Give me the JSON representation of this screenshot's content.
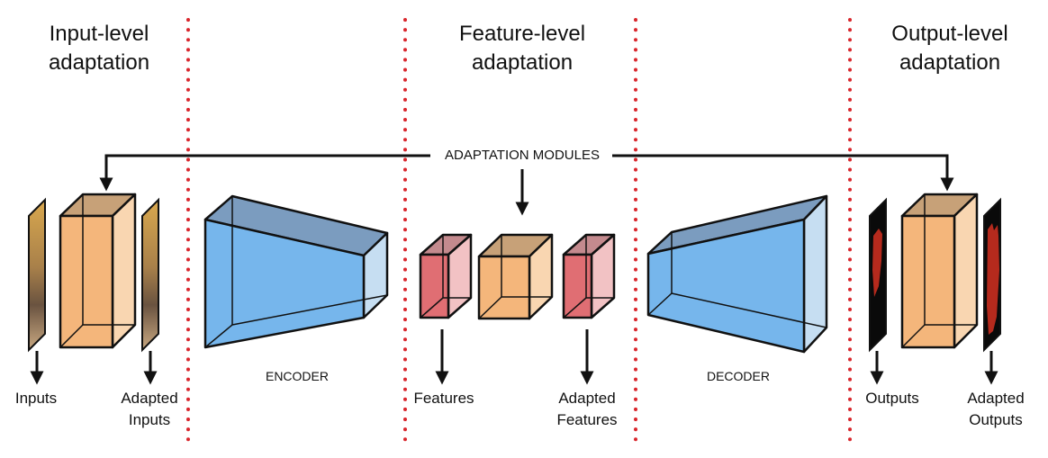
{
  "sections": {
    "input": {
      "line1": "Input-level",
      "line2": "adaptation"
    },
    "feature": {
      "line1": "Feature-level",
      "line2": "adaptation"
    },
    "output": {
      "line1": "Output-level",
      "line2": "adaptation"
    }
  },
  "modules_label": "ADAPTATION MODULES",
  "encoder_label": "ENCODER",
  "decoder_label": "DECODER",
  "labels": {
    "inputs": "Inputs",
    "adapted_inputs": {
      "line1": "Adapted",
      "line2": "Inputs"
    },
    "features": "Features",
    "adapted_features": {
      "line1": "Adapted",
      "line2": "Features"
    },
    "outputs": "Outputs",
    "adapted_outputs": {
      "line1": "Adapted",
      "line2": "Outputs"
    }
  },
  "colors": {
    "divider": "#d9272d",
    "encoder_front": "#76b6ec",
    "encoder_top": "#7b9cbf",
    "encoder_side": "#c6def2",
    "module_front": "#f4b67b",
    "module_side": "#f9d6b1",
    "module_top": "#c7a178",
    "feature_front": "#e06e73",
    "feature_side": "#f2c2c4",
    "feature_top": "#c48a8e",
    "mask": "#b52a1d"
  }
}
